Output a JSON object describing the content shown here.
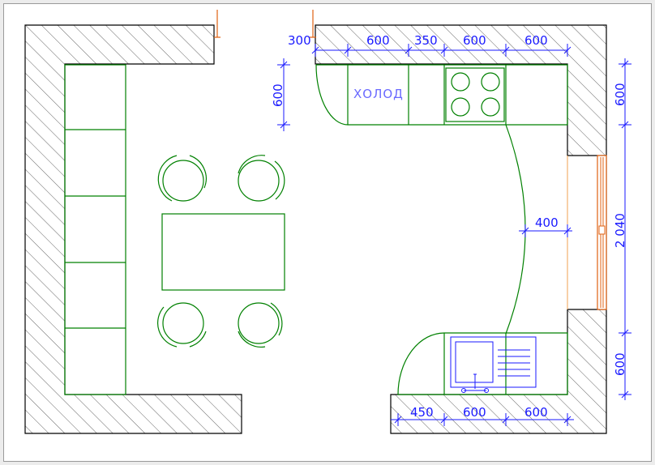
{
  "colors": {
    "wall": "#000000",
    "hatch": "#555555",
    "furniture": "#008000",
    "dimension": "#1a1aff",
    "label": "#6a6aff",
    "door": "#e06010",
    "background": "#ececec",
    "paper": "#ffffff"
  },
  "labels": {
    "fridge": "ХОЛОД"
  },
  "dimensions": {
    "top_300": "300",
    "top_600_a": "600",
    "top_350": "350",
    "top_600_b": "600",
    "top_600_c": "600",
    "left_600": "600",
    "right_top_600": "600",
    "right_window_2040": "2 040",
    "right_bottom_600": "600",
    "passage_400": "400",
    "bottom_450": "450",
    "bottom_600_a": "600",
    "bottom_600_b": "600"
  }
}
